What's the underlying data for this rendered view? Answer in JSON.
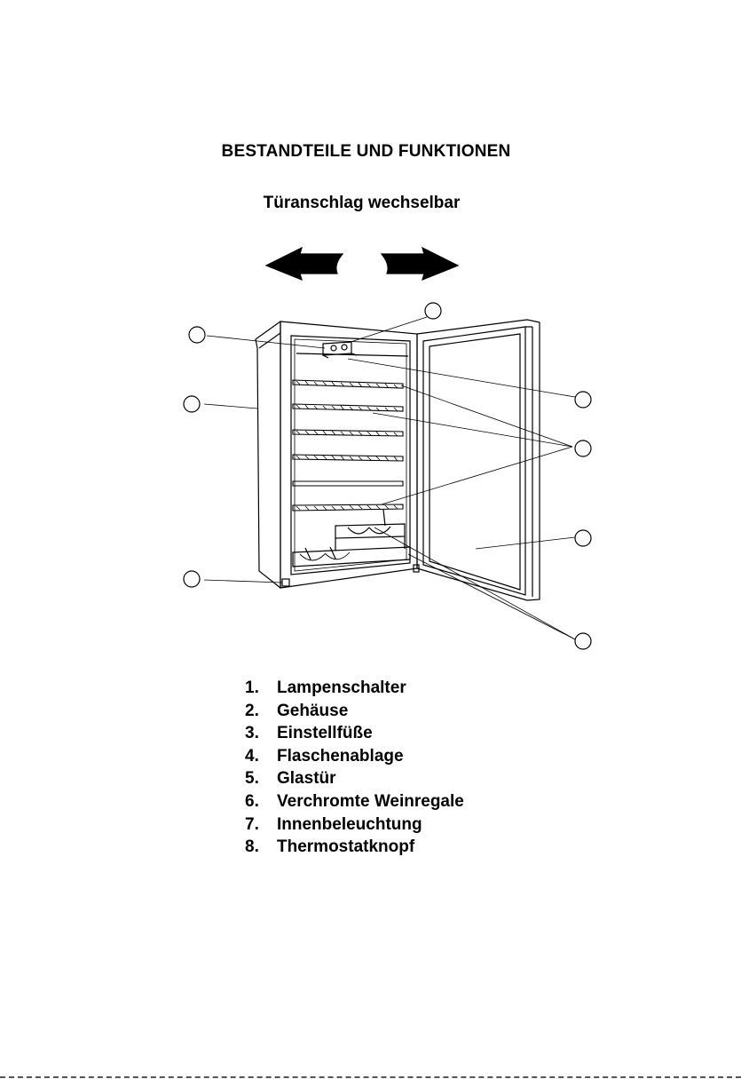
{
  "heading": "BESTANDTEILE UND FUNKTIONEN",
  "subheading": "Türanschlag wechselbar",
  "parts": [
    {
      "num": "1.",
      "label": "Lampenschalter"
    },
    {
      "num": "2.",
      "label": "Gehäuse"
    },
    {
      "num": "3.",
      "label": "Einstellfüße"
    },
    {
      "num": "4.",
      "label": "Flaschenablage"
    },
    {
      "num": "5.",
      "label": "Glastür"
    },
    {
      "num": "6.",
      "label": "Verchromte Weinregale"
    },
    {
      "num": "7.",
      "label": "Innenbeleuchtung"
    },
    {
      "num": "8.",
      "label": "Thermostatknopf"
    }
  ]
}
